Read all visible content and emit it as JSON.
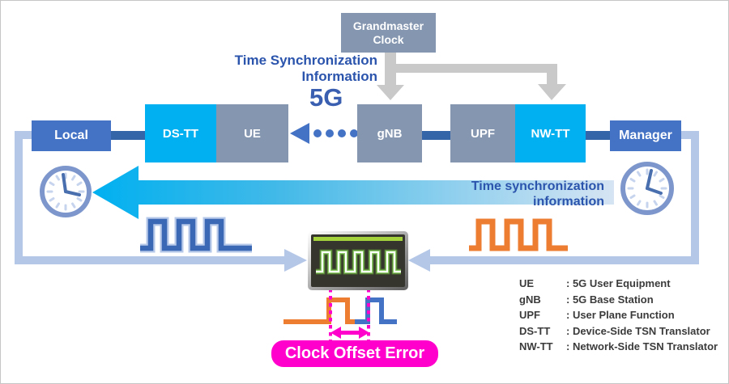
{
  "diagram": {
    "grandmaster_label": "Grandmaster\nClock",
    "top_caption": "Time Synchronization\nInformation",
    "network_label": "5G",
    "nodes": {
      "local": "Local",
      "dstt": "DS-TT",
      "ue": "UE",
      "gnb": "gNB",
      "upf": "UPF",
      "nwtt": "NW-TT",
      "manager": "Manager"
    },
    "sync_arrow_caption": "Time synchronization\ninformation",
    "error_label": "Clock Offset Error",
    "icons": {
      "local_clock": "clock-icon",
      "manager_clock": "clock-icon",
      "oscilloscope": "oscilloscope-icon",
      "blue_wave": "square-wave-icon",
      "orange_wave": "square-wave-icon"
    }
  },
  "legend": {
    "items": [
      {
        "abbr": "UE",
        "def": ": 5G User Equipment"
      },
      {
        "abbr": "gNB",
        "def": ": 5G Base Station"
      },
      {
        "abbr": "UPF",
        "def": ": User Plane Function"
      },
      {
        "abbr": "DS-TT",
        "def": ": Device-Side TSN Translator"
      },
      {
        "abbr": "NW-TT",
        "def": ": Network-Side TSN Translator"
      }
    ]
  },
  "colors": {
    "cyan": "#00b0f0",
    "node_gray": "#8496b0",
    "node_blue": "#4472c4",
    "connector_blue": "#3465a8",
    "path_light_blue": "#b4c7e7",
    "text_blue": "#2b54ad",
    "wave_blue": "#3a68b5",
    "wave_orange": "#ed7d31",
    "magenta": "#ff00cc",
    "scope_green": "#a3d23c",
    "arrow_gray": "#c9c9c9"
  }
}
